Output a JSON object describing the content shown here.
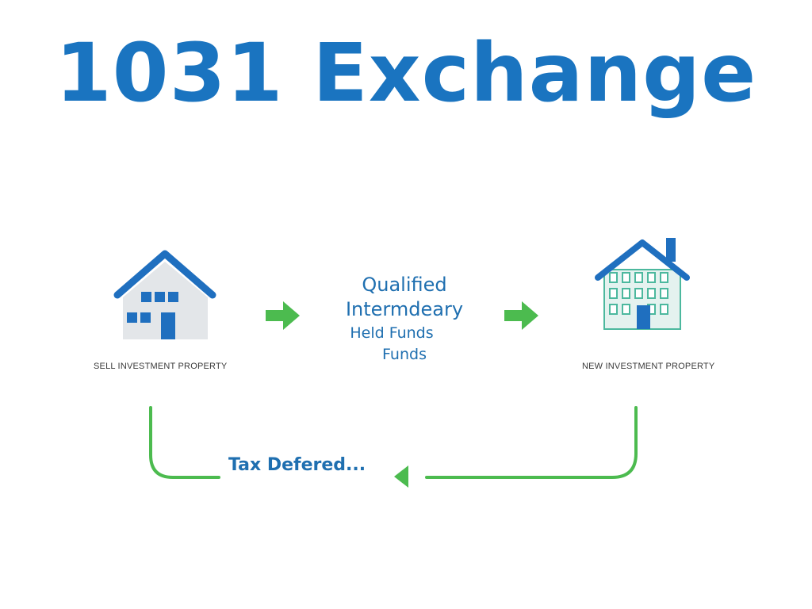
{
  "title": "1031 Exchange",
  "left_property": {
    "label": "SELL INVESTMENT PROPERTY",
    "icon": "house-icon"
  },
  "intermediary": {
    "line1": "Qualified",
    "line2": "Intermdeary",
    "line3": "Held Funds",
    "line4": "Funds"
  },
  "right_property": {
    "label": "NEW INVESTMENT PROPERTY",
    "icon": "apartment-building-icon"
  },
  "return_flow": {
    "label": "Tax Defered..."
  },
  "colors": {
    "title": "#1a74c0",
    "icon_blue": "#1f6fbf",
    "icon_gray": "#e3e6e9",
    "building_fill": "#e4f2ef",
    "building_window": "#4cb89e",
    "arrow_green": "#4cbb4f",
    "text_blue": "#1f6fb0"
  }
}
